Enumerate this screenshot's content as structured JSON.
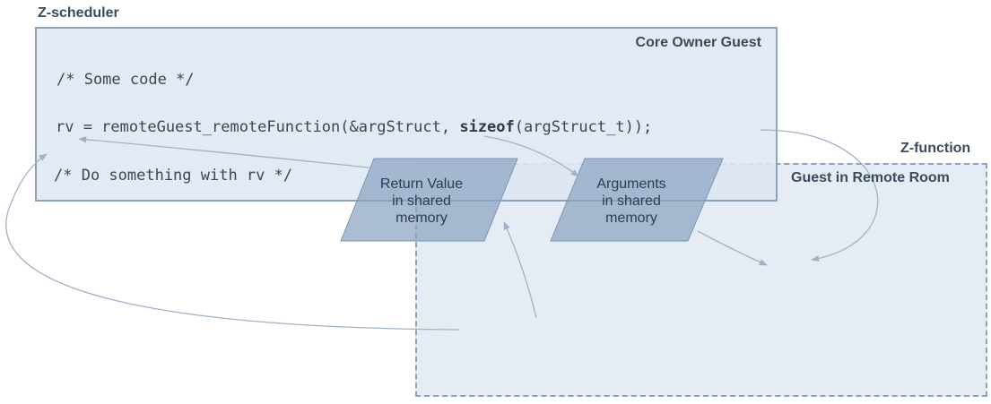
{
  "labels": {
    "scheduler": "Z-scheduler",
    "function": "Z-function"
  },
  "core_box": {
    "title": "Core Owner Guest"
  },
  "remote_box": {
    "title": "Guest in Remote Room"
  },
  "code": {
    "line1": "/* Some code */",
    "line2_prefix": "rv = remoteGuest_remoteFunction(&argStruct, ",
    "line2_keyword": "sizeof",
    "line2_suffix": "(argStruct_t));",
    "line3": "/* Do something with rv */"
  },
  "shared_memory": {
    "return_value": {
      "line1": "Return Value",
      "line2": "in shared",
      "line3": "memory"
    },
    "arguments": {
      "line1": "Arguments",
      "line2": "in shared",
      "line3": "memory"
    }
  },
  "colors": {
    "remote_fill": "#e6ecf4",
    "core_fill": "#dee7f1",
    "border": "#8ea3b8",
    "parallelogram_fill": "#8ba4c2",
    "arrow": "#9fb3c8"
  }
}
